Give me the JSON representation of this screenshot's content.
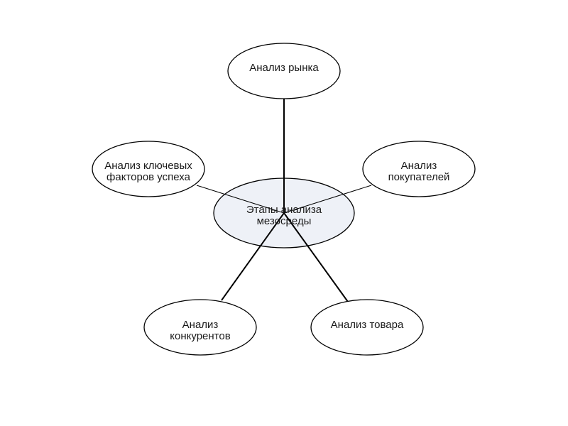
{
  "center": {
    "line1": "Этапы анализа",
    "line2": "мезосреды"
  },
  "nodes": {
    "market": {
      "line1": "Анализ рынка"
    },
    "key_factors": {
      "line1": "Анализ ключевых",
      "line2": "факторов успеха"
    },
    "buyers": {
      "line1": "Анализ",
      "line2": "покупателей"
    },
    "competitors": {
      "line1": "Анализ",
      "line2": "конкурентов"
    },
    "product": {
      "line1": "Анализ товара"
    }
  },
  "colors": {
    "center_fill": "#eef1f7",
    "node_fill": "#ffffff",
    "stroke": "#000000",
    "text": "#1a1a1a"
  }
}
